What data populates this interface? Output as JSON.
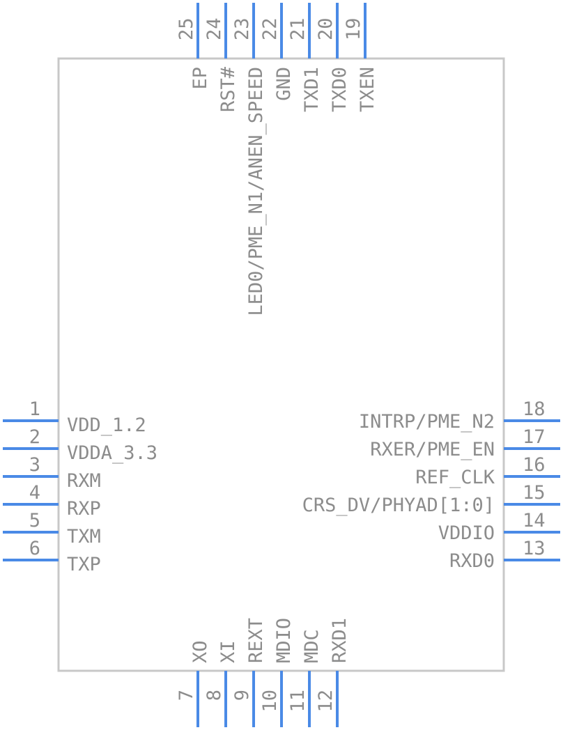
{
  "component": {
    "left_pins": [
      {
        "number": "1",
        "name": "VDD_1.2"
      },
      {
        "number": "2",
        "name": "VDDA_3.3"
      },
      {
        "number": "3",
        "name": "RXM"
      },
      {
        "number": "4",
        "name": "RXP"
      },
      {
        "number": "5",
        "name": "TXM"
      },
      {
        "number": "6",
        "name": "TXP"
      }
    ],
    "bottom_pins": [
      {
        "number": "7",
        "name": "XO"
      },
      {
        "number": "8",
        "name": "XI"
      },
      {
        "number": "9",
        "name": "REXT"
      },
      {
        "number": "10",
        "name": "MDIO"
      },
      {
        "number": "11",
        "name": "MDC"
      },
      {
        "number": "12",
        "name": "RXD1"
      }
    ],
    "right_pins": [
      {
        "number": "13",
        "name": "RXD0"
      },
      {
        "number": "14",
        "name": "VDDIO"
      },
      {
        "number": "15",
        "name": "CRS_DV/PHYAD[1:0]"
      },
      {
        "number": "16",
        "name": "REF_CLK"
      },
      {
        "number": "17",
        "name": "RXER/PME_EN"
      },
      {
        "number": "18",
        "name": "INTRP/PME_N2"
      }
    ],
    "top_pins": [
      {
        "number": "19",
        "name": "TXEN"
      },
      {
        "number": "20",
        "name": "TXD0"
      },
      {
        "number": "21",
        "name": "TXD1"
      },
      {
        "number": "22",
        "name": "GND"
      },
      {
        "number": "23",
        "name": "LED0/PME_N1/ANEN_SPEED"
      },
      {
        "number": "24",
        "name": "RST#"
      },
      {
        "number": "25",
        "name": "EP"
      }
    ],
    "colors": {
      "pin_line": "#4a8ae6",
      "body_outline": "#c8c8c8",
      "text": "#8c8c8c"
    }
  }
}
